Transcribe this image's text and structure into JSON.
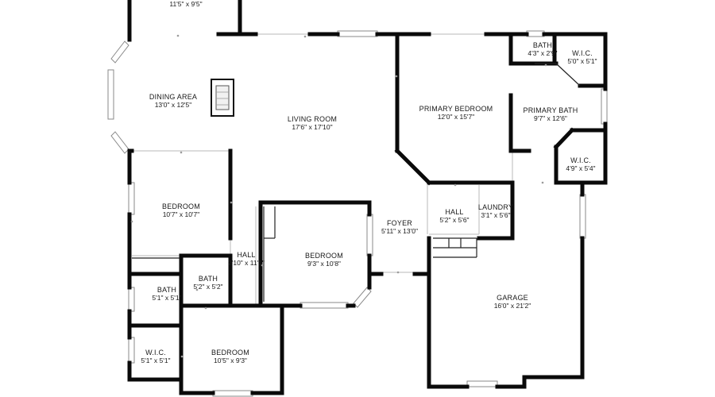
{
  "rooms": [
    {
      "id": "room-top-partial",
      "name": "",
      "dims": "11'5\" x 9'5\""
    },
    {
      "id": "dining-area",
      "name": "DINING AREA",
      "dims": "13'0\" x 12'5\""
    },
    {
      "id": "living-room",
      "name": "LIVING ROOM",
      "dims": "17'6\" x 17'10\""
    },
    {
      "id": "primary-bedroom",
      "name": "PRIMARY BEDROOM",
      "dims": "12'0\" x 15'7\""
    },
    {
      "id": "bath-primary",
      "name": "BATH",
      "dims": "4'3\" x 2'9\""
    },
    {
      "id": "wic-primary-top",
      "name": "W.I.C.",
      "dims": "5'0\" x 5'1\""
    },
    {
      "id": "primary-bath",
      "name": "PRIMARY BATH",
      "dims": "9'7\" x 12'6\""
    },
    {
      "id": "wic-primary-bottom",
      "name": "W.I.C.",
      "dims": "4'9\" x 5'4\""
    },
    {
      "id": "bedroom-west",
      "name": "BEDROOM",
      "dims": "10'7\" x 10'7\""
    },
    {
      "id": "hall-west",
      "name": "HALL",
      "dims": "2'10\" x 11'1\""
    },
    {
      "id": "bedroom-center",
      "name": "BEDROOM",
      "dims": "9'3\" x 10'8\""
    },
    {
      "id": "foyer",
      "name": "FOYER",
      "dims": "5'11\" x 13'0\""
    },
    {
      "id": "hall-east",
      "name": "HALL",
      "dims": "5'2\" x 5'6\""
    },
    {
      "id": "laundry",
      "name": "LAUNDRY",
      "dims": "3'1\" x 5'6\""
    },
    {
      "id": "bath-small",
      "name": "BATH",
      "dims": "5'2\" x 5'2\""
    },
    {
      "id": "bath-west",
      "name": "BATH",
      "dims": "5'1\" x 5'1\""
    },
    {
      "id": "garage",
      "name": "GARAGE",
      "dims": "16'0\" x 21'2\""
    },
    {
      "id": "wic-west",
      "name": "W.I.C.",
      "dims": "5'1\" x 5'1\""
    },
    {
      "id": "bedroom-south",
      "name": "BEDROOM",
      "dims": "10'5\" x 9'3\""
    }
  ]
}
